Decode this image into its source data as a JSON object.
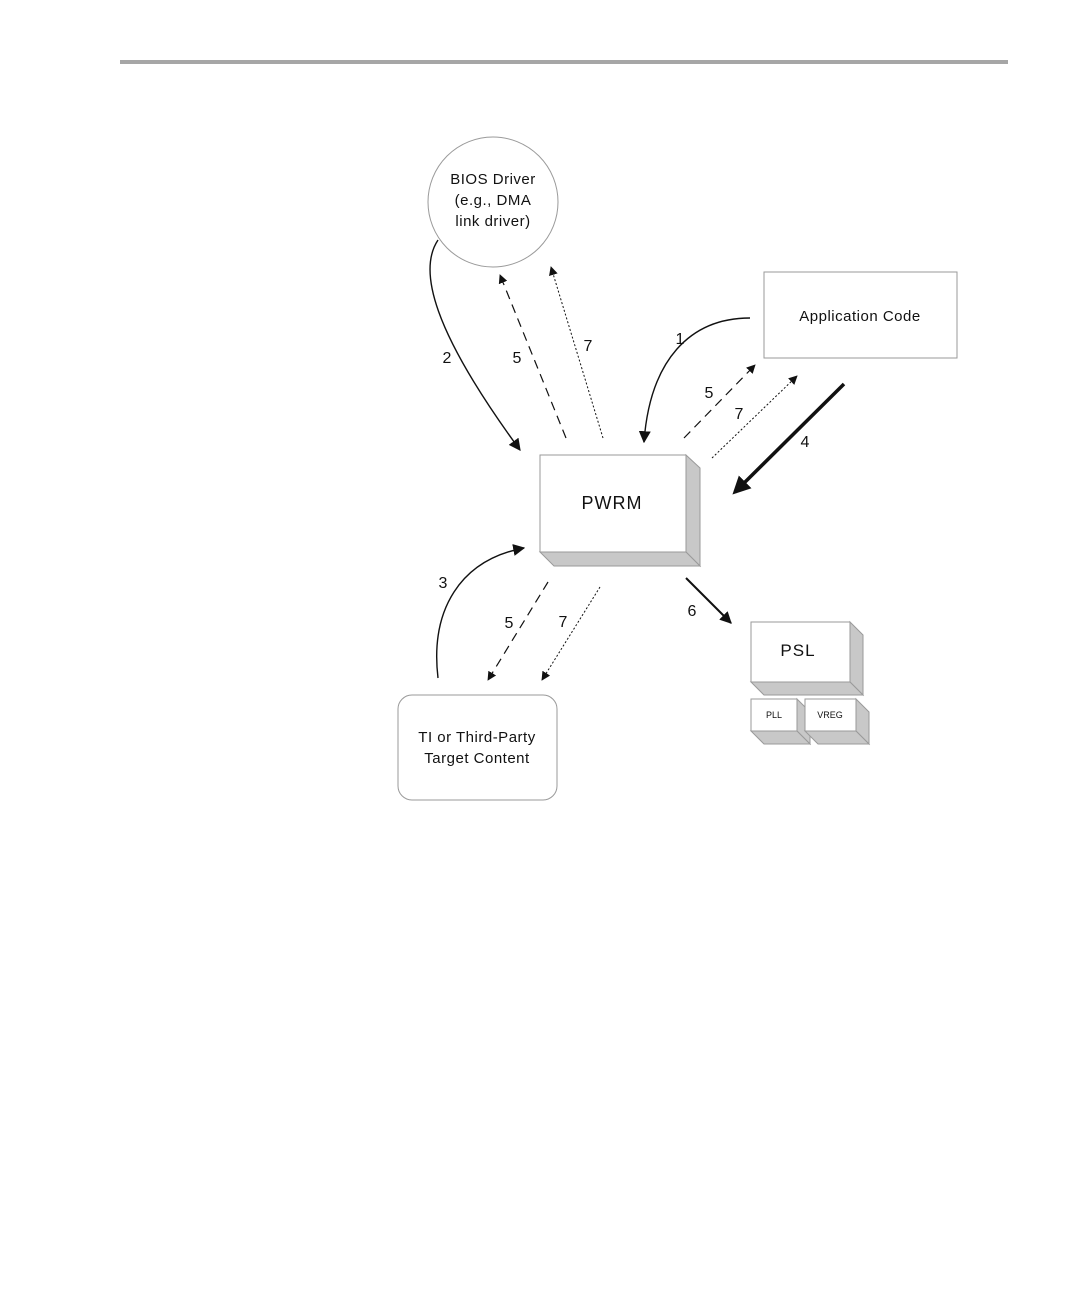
{
  "colors": {
    "line": "#111111",
    "box_shadow": "#c8c8c8",
    "rule": "#a6a6a6"
  },
  "nodes": {
    "bios_driver": [
      "BIOS Driver",
      "(e.g., DMA",
      "link driver)"
    ],
    "application_code": "Application Code",
    "pwrm": "PWRM",
    "ti_content": [
      "TI or Third-Party",
      "Target Content"
    ],
    "psl": "PSL",
    "pll": "PLL",
    "vreg": "VREG"
  },
  "edge_labels": {
    "bios_to_pwrm": "2",
    "pwrm_to_bios_dashed": "5",
    "pwrm_to_bios_dotted": "7",
    "app_to_pwrm": "1",
    "pwrm_to_app_dashed": "5",
    "pwrm_to_app_dotted": "7",
    "app_to_pwrm_bold": "4",
    "ti_to_pwrm": "3",
    "pwrm_to_ti_dashed": "5",
    "pwrm_to_ti_dotted": "7",
    "pwrm_to_psl": "6"
  }
}
